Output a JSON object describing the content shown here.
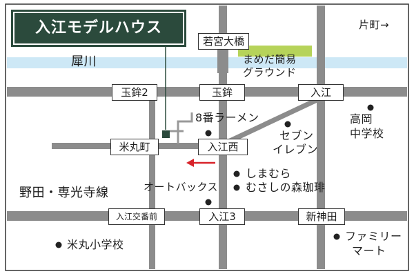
{
  "title": "入江モデルハウス",
  "accent_color": "#2b4a3c",
  "river_color": "#cde8f6",
  "road_color": "#8c8c8c",
  "park_color": "#b6d35a",
  "direction": "片町→",
  "river_name": "犀川",
  "bridge": "若宮大橋",
  "park": [
    "まめだ簡易",
    "グラウンド"
  ],
  "signs": {
    "tamahoko2": "玉鉾2",
    "tamahoko": "玉鉾",
    "irie": "入江",
    "yonemarumachi": "米丸町",
    "irienishi": "入江西",
    "irie_kouban": "入江交番前",
    "irie3": "入江3",
    "shinkanda": "新神田"
  },
  "places": {
    "ramen": "8番ラーメン",
    "seven": [
      "セブン",
      "イレブン"
    ],
    "takaoka": [
      "高岡",
      "中学校"
    ],
    "shimamura": "しまむら",
    "musashi": "むさしの森珈琲",
    "autobacs": "オートバックス",
    "familymart": [
      "ファミリー",
      "マート"
    ],
    "yonemaru_school": "米丸小学校"
  },
  "line_name": "野田・専光寺線"
}
